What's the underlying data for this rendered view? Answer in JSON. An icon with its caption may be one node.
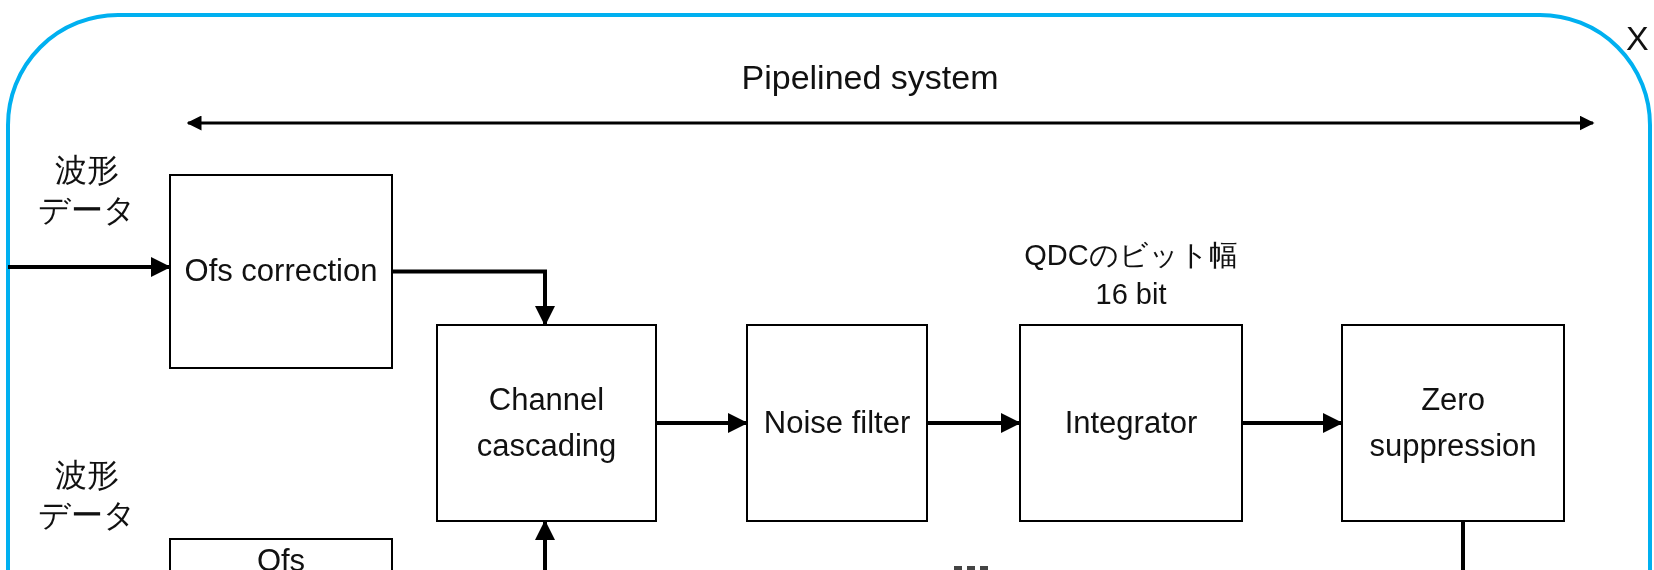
{
  "diagram": {
    "nodes": [
      {
        "text": [
          "Ofs correction"
        ]
      },
      {
        "text": [
          "Channel cascading"
        ]
      },
      {
        "text": [
          "Noise filter"
        ]
      },
      {
        "text": [
          "Integrator"
        ],
        "beside": [
          "QDCのビット幅 16 bit"
        ]
      },
      {
        "text": [
          "Zero suppression"
        ]
      },
      {
        "text": [
          "Ofs"
        ]
      }
    ],
    "edges": [
      {
        "from": null,
        "to": 0,
        "arrow": "to"
      },
      {
        "from": 0,
        "to": 1,
        "arrow": "to"
      },
      {
        "from": 5,
        "to": 1,
        "arrow": "to"
      },
      {
        "from": 1,
        "to": 2,
        "arrow": "to"
      },
      {
        "from": 2,
        "to": 3,
        "arrow": "to"
      },
      {
        "from": 3,
        "to": 4,
        "arrow": "to"
      },
      {
        "from": 4,
        "to": null,
        "arrow": "none"
      }
    ],
    "labels": [
      "X",
      "Pipelined system",
      "波形データ",
      "波形データ"
    ]
  }
}
